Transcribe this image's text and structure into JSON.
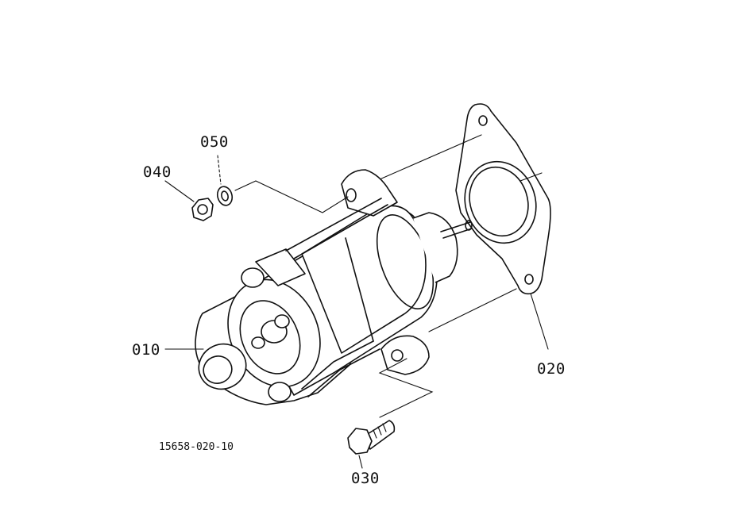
{
  "labels": {
    "p010": "010",
    "p020": "020",
    "p030": "030",
    "p040": "040",
    "p050": "050"
  },
  "drawing_code": "15658-020-10"
}
